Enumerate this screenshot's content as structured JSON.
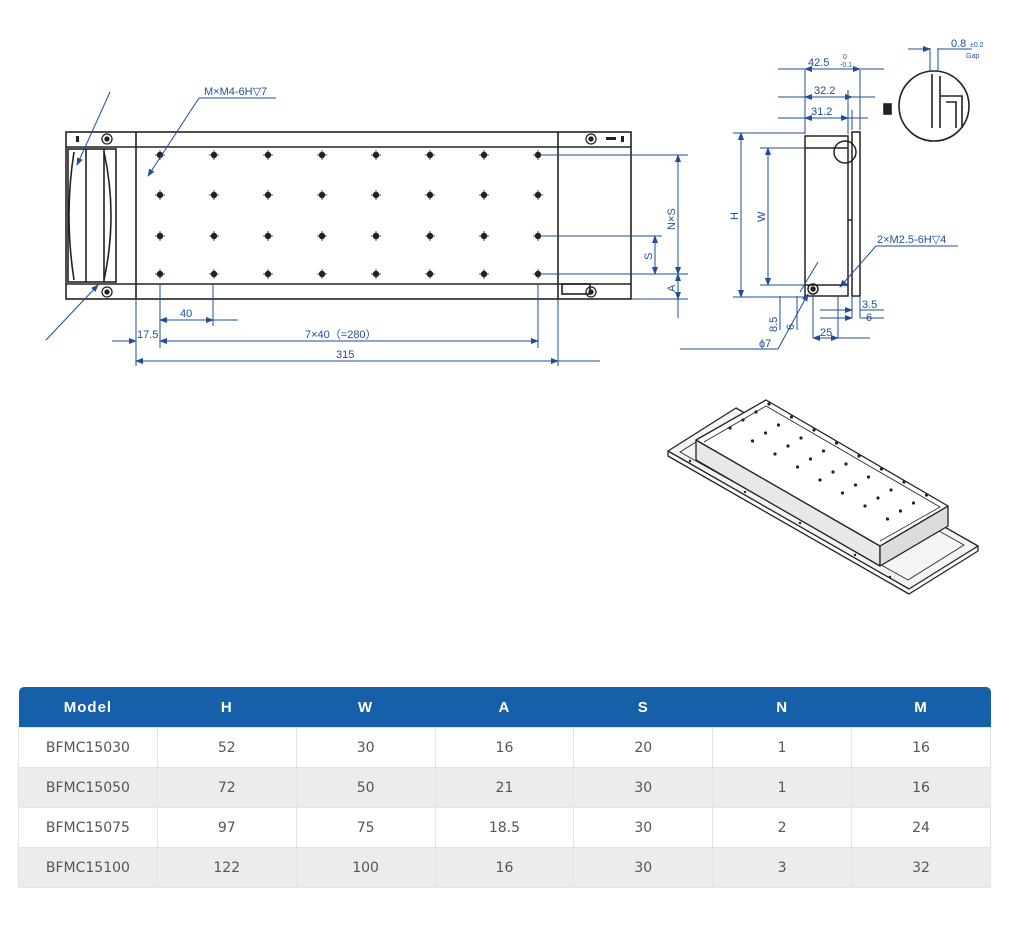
{
  "drawing": {
    "top_view": {
      "callout_thread": "M×M4-6H▽7",
      "dim_pitch": "40",
      "dim_offset": "17.5",
      "dim_span": "7×40（=280）",
      "dim_length": "315",
      "dim_nxs": "N×S",
      "dim_s": "S",
      "dim_a": "A"
    },
    "side_view": {
      "dim_top_width": "42.5",
      "dim_top_tol_upper": "0",
      "dim_top_tol_lower": "-0.1",
      "dim_32": "32.2",
      "dim_31": "31.2",
      "gap_value": "0.8",
      "gap_tol": "±0.2",
      "gap_label": "Gap",
      "dim_h": "H",
      "dim_w": "W",
      "callout_thread": "2×M2.5-6H▽4",
      "dim_35": "3.5",
      "dim_6a": "6",
      "dim_85": "8.5",
      "dim_6b": "6",
      "dim_25": "25",
      "dim_phi7": "ϕ7"
    }
  },
  "table": {
    "headers": [
      "Model",
      "H",
      "W",
      "A",
      "S",
      "N",
      "M"
    ],
    "rows": [
      [
        "BFMC15030",
        "52",
        "30",
        "16",
        "20",
        "1",
        "16"
      ],
      [
        "BFMC15050",
        "72",
        "50",
        "21",
        "30",
        "1",
        "16"
      ],
      [
        "BFMC15075",
        "97",
        "75",
        "18.5",
        "30",
        "2",
        "24"
      ],
      [
        "BFMC15100",
        "122",
        "100",
        "16",
        "30",
        "3",
        "32"
      ]
    ]
  },
  "colors": {
    "dimension": "#1f4e9a",
    "header_bg": "#1560a8",
    "outline": "#222222",
    "row_alt": "#ececec"
  }
}
